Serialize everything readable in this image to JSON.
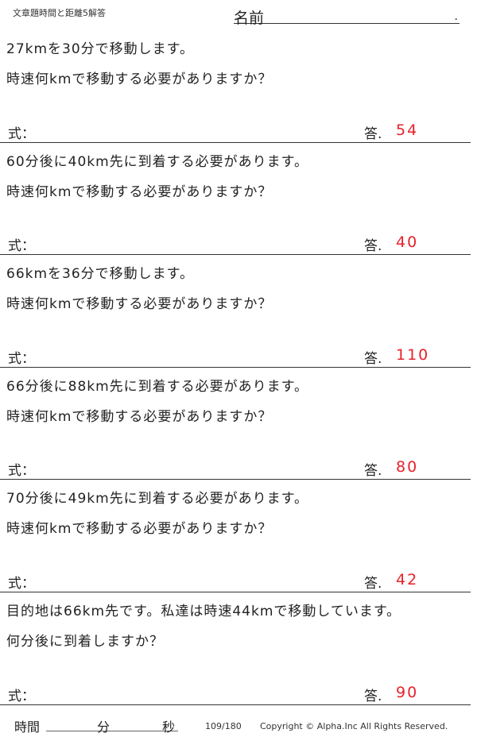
{
  "header": {
    "title": "文章題時間と距離5解答",
    "name_label": "名前",
    "name_dot": "."
  },
  "problems": [
    {
      "line1": "27kmを30分で移動します。",
      "line2": "時速何kmで移動する必要がありますか？",
      "answer": "54"
    },
    {
      "line1": "60分後に40km先に到着する必要があります。",
      "line2": "時速何kmで移動する必要がありますか？",
      "answer": "40"
    },
    {
      "line1": "66kmを36分で移動します。",
      "line2": "時速何kmで移動する必要がありますか？",
      "answer": "110"
    },
    {
      "line1": "66分後に88km先に到着する必要があります。",
      "line2": "時速何kmで移動する必要がありますか？",
      "answer": "80"
    },
    {
      "line1": "70分後に49km先に到着する必要があります。",
      "line2": "時速何kmで移動する必要がありますか？",
      "answer": "42"
    },
    {
      "line1": "目的地は66km先です。私達は時速44kmで移動しています。",
      "line2": "何分後に到着しますか？",
      "answer": "90"
    }
  ],
  "labels": {
    "formula": "式：",
    "answer": "答."
  },
  "footer": {
    "time": "時間",
    "minutes": "分",
    "seconds": "秒",
    "page": "109/180",
    "copyright": "Copyright ©  Alpha.Inc All Rights Reserved."
  },
  "colors": {
    "answer": "#e8212b"
  }
}
